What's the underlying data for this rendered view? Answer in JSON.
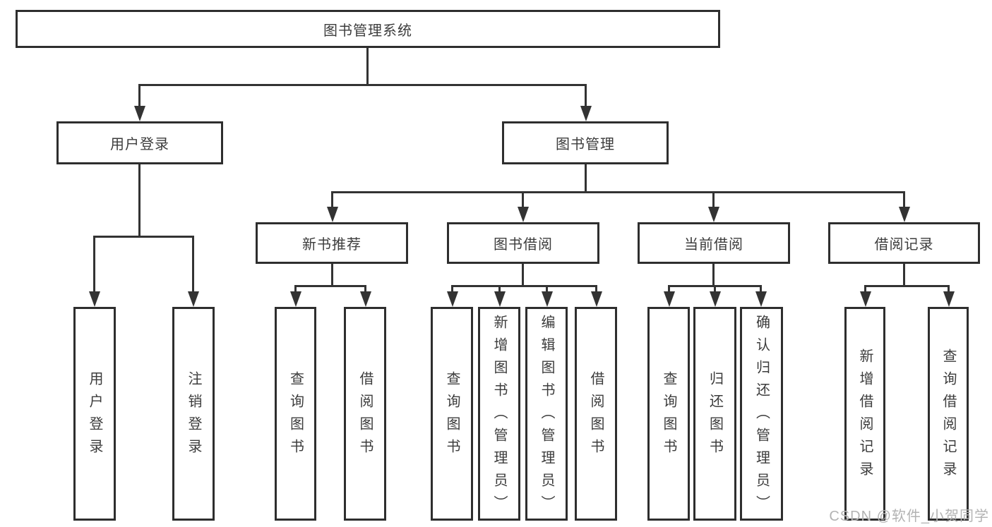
{
  "diagram": {
    "root": {
      "label": "图书管理系统"
    },
    "level2": [
      {
        "label": "用户登录",
        "children": [
          {
            "label": "用户登录"
          },
          {
            "label": "注销登录"
          }
        ]
      },
      {
        "label": "图书管理",
        "children": [
          {
            "label": "新书推荐",
            "children": [
              {
                "label": "查询图书"
              },
              {
                "label": "借阅图书"
              }
            ]
          },
          {
            "label": "图书借阅",
            "children": [
              {
                "label": "查询图书"
              },
              {
                "label": "新增图书（管理员）"
              },
              {
                "label": "编辑图书（管理员）"
              },
              {
                "label": "借阅图书"
              }
            ]
          },
          {
            "label": "当前借阅",
            "children": [
              {
                "label": "查询图书"
              },
              {
                "label": "归还图书"
              },
              {
                "label": "确认归还（管理员）"
              }
            ]
          },
          {
            "label": "借阅记录",
            "children": [
              {
                "label": "新增借阅记录"
              },
              {
                "label": "查询借阅记录"
              }
            ]
          }
        ]
      }
    ]
  },
  "watermark": {
    "text": "CSDN @软件_小贺同学"
  },
  "colors": {
    "line": "#333333",
    "border": "#2e2e2e",
    "text": "#3c3c3c",
    "background": "#ffffff",
    "watermark": "#b3b3b3"
  }
}
